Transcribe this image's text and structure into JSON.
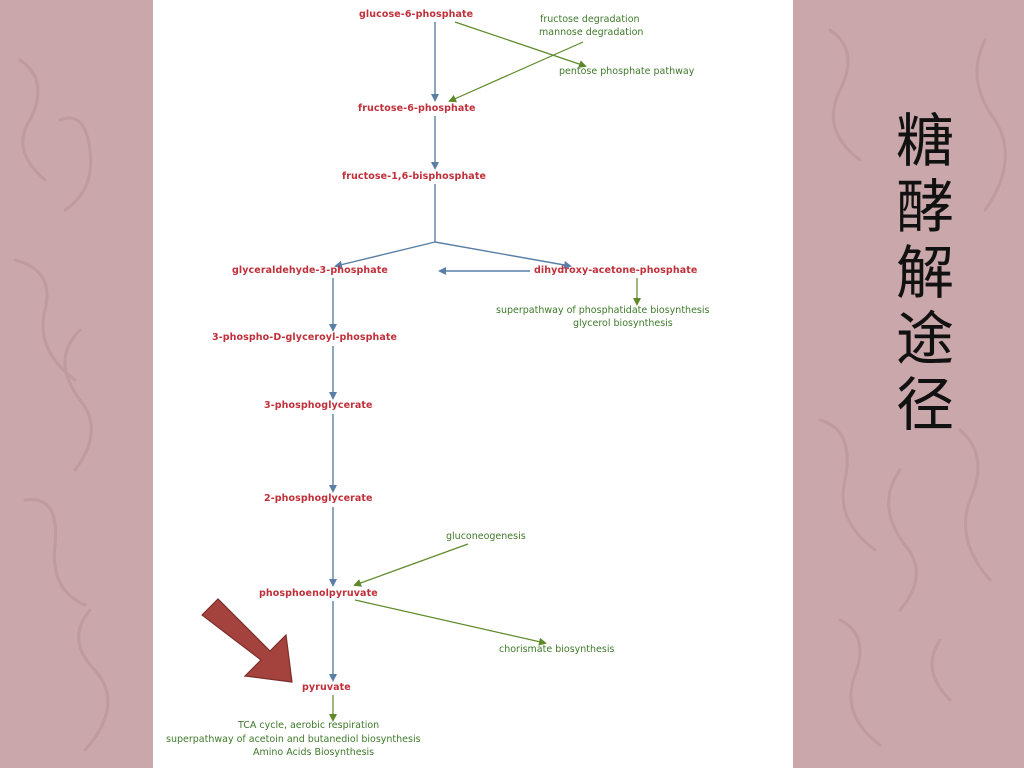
{
  "title_chars": [
    "糖",
    "酵",
    "解",
    "途",
    "径"
  ],
  "colors": {
    "background": "#c9a7aa",
    "panel": "#ffffff",
    "metabolite": "#c0303a",
    "side_pathway": "#3e7a2a",
    "main_arrow": "#5a7fa6",
    "side_arrow": "#5e8a2a",
    "highlight_arrow": "#a4423e"
  },
  "metabolites": {
    "g6p": "glucose-6-phosphate",
    "f6p": "fructose-6-phosphate",
    "fbp": "fructose-1,6-bisphosphate",
    "g3p": "glyceraldehyde-3-phosphate",
    "dhap": "dihydroxy-acetone-phosphate",
    "bpg": "3-phospho-D-glyceroyl-phosphate",
    "pg3": "3-phosphoglycerate",
    "pg2": "2-phosphoglycerate",
    "pep": "phosphoenolpyruvate",
    "pyr": "pyruvate"
  },
  "side_pathways": {
    "fructose_degradation": "fructose degradation",
    "mannose_degradation": "mannose degradation",
    "pentose_phosphate": "pentose phosphate pathway",
    "phosphatidate": "superpathway of phosphatidate biosynthesis",
    "glycerol": "glycerol biosynthesis",
    "gluconeogenesis": "gluconeogenesis",
    "chorismate": "chorismate biosynthesis",
    "tca": "TCA cycle, aerobic respiration",
    "acetoin": "superpathway of acetoin and butanediol biosynthesis",
    "amino_acids": "Amino Acids Biosynthesis"
  }
}
